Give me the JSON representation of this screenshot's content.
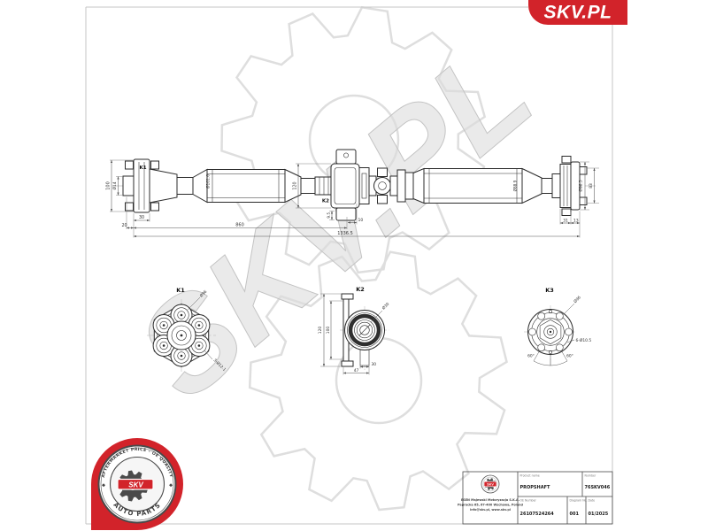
{
  "logo": {
    "text": "SKV.PL"
  },
  "watermark": {
    "text": "SKV.PL"
  },
  "colors": {
    "brand_red": "#d2232a",
    "line_dark": "#2b2b2b"
  },
  "drawing": {
    "k1_label": "K1",
    "k2_label": "K2",
    "dims": {
      "height100": "100",
      "bolt14": "Ø14",
      "disc30": "30",
      "off20": "20",
      "front860": "860",
      "total1336": "1336.5",
      "bearing120": "120",
      "gap95": "9.5",
      "gap10": "10",
      "tube1": "Ø101.6",
      "tube2": "Ø88.9",
      "flange965": "Ø96.5",
      "right83": "83",
      "right31": "31",
      "right13": "13"
    },
    "k1": {
      "title": "K1",
      "dia": "Ø96",
      "holes": "3-Ø12.1"
    },
    "k2": {
      "title": "K2",
      "h_outer": "120",
      "h_inner": "100",
      "bore": "Ø30",
      "hub": "30",
      "width": "47"
    },
    "k3": {
      "title": "K3",
      "dia": "Ø96",
      "holes": "6-Ø10.5",
      "ang_l": "60°",
      "ang_r": "60°"
    }
  },
  "badge": {
    "arc_top": "AFTERMARKET PRICE - OE QUALITY",
    "arc_bottom": "AUTO PARTS",
    "center": "SKV",
    "diamond": "◆"
  },
  "title_block": {
    "mini_logo": "SKV",
    "company": [
      "ESEN Majewski Motoryzacja S.K.A.",
      "Paprocka 65, 67-400 Wschowa, Poland",
      "info@skv.pl, www.skv.pl"
    ],
    "fields": [
      {
        "label": "Product name",
        "value": "PROPSHAFT"
      },
      {
        "label": "Number",
        "value": "76SKV046"
      },
      {
        "label": "OE Number",
        "value": "26107524264"
      },
      {
        "label": "Diagram No.",
        "value": "001"
      },
      {
        "label": "Date",
        "value": "01/2025"
      }
    ]
  }
}
